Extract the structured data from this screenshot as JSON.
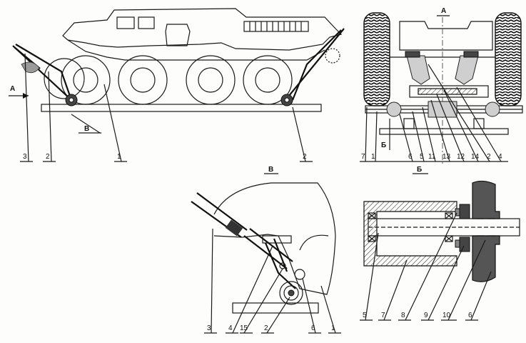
{
  "views": {
    "side": {
      "view_arrow": "A",
      "detail_marker": "B",
      "callouts": [
        "3",
        "2",
        "1",
        "2"
      ]
    },
    "front": {
      "title": "A",
      "callouts": [
        "7",
        "1",
        "6",
        "5",
        "11",
        "13",
        "12",
        "14",
        "2",
        "4"
      ],
      "section_marker": "Б"
    },
    "detail_b": {
      "title": "B",
      "callouts": [
        "3",
        "4",
        "15",
        "2",
        "6",
        "1"
      ]
    },
    "section_b": {
      "title": "Б",
      "callouts": [
        "5",
        "7",
        "8",
        "9",
        "10",
        "6"
      ]
    }
  }
}
